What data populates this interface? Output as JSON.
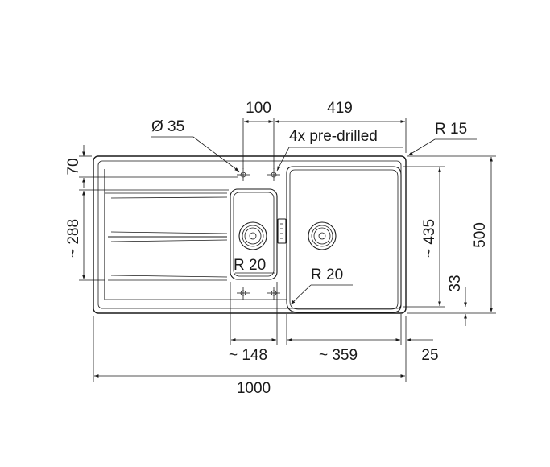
{
  "labels": {
    "d100": "100",
    "d419": "419",
    "dia35": "Ø 35",
    "predrilled": "4x pre-drilled",
    "r15": "R 15",
    "d70": "70",
    "d288": "~ 288",
    "d435": "~ 435",
    "d500": "500",
    "d33": "33",
    "r20_small": "R 20",
    "r20_large": "R 20",
    "d148": "~ 148",
    "d359": "~ 359",
    "d25": "25",
    "d1000": "1000"
  }
}
